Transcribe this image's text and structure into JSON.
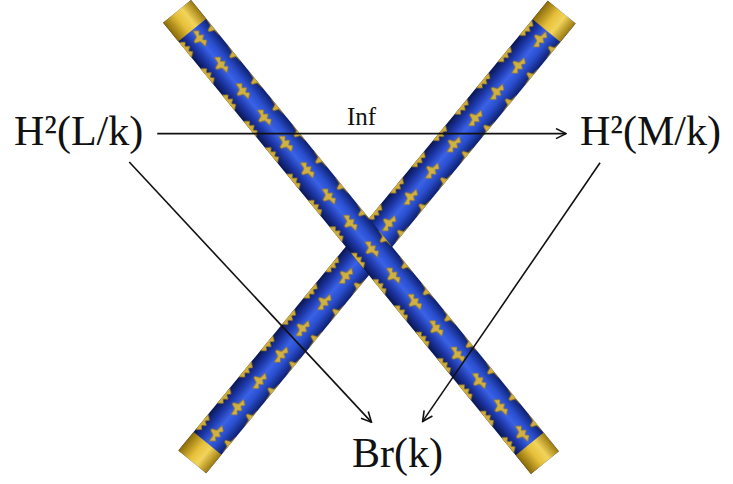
{
  "diagram": {
    "nodes": [
      {
        "text": [
          "H²(L/k)"
        ]
      },
      {
        "text": [
          "H²(M/k)"
        ]
      },
      {
        "text": [
          "Br(k)"
        ]
      }
    ],
    "edges": [
      {
        "from": 0,
        "to": 1,
        "arrow": "to",
        "label": "Inf"
      },
      {
        "from": 0,
        "to": 2,
        "arrow": "to"
      },
      {
        "from": 1,
        "to": 2,
        "arrow": "to"
      }
    ]
  }
}
